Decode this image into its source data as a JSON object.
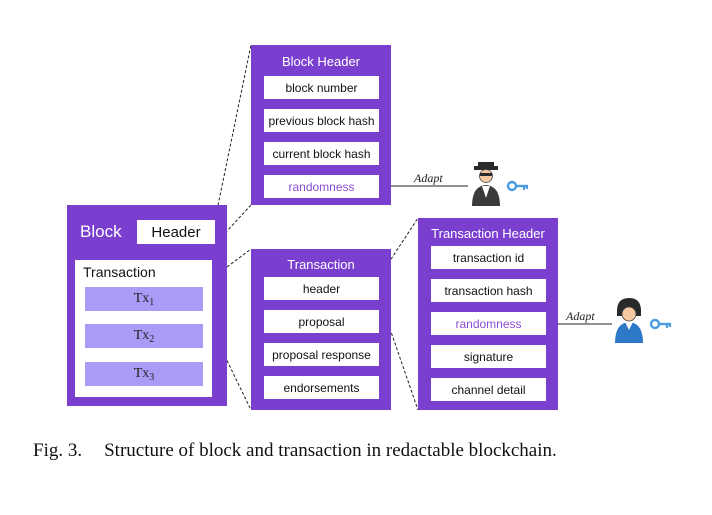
{
  "block": {
    "title": "Block",
    "header_label": "Header",
    "transaction_label": "Transaction",
    "tx_items": [
      {
        "base": "Tx",
        "sub": "1"
      },
      {
        "base": "Tx",
        "sub": "2"
      },
      {
        "base": "Tx",
        "sub": "3"
      }
    ]
  },
  "block_header": {
    "title": "Block Header",
    "fields": [
      "block number",
      "previous block hash",
      "current block hash",
      "randomness"
    ]
  },
  "transaction": {
    "title": "Transaction",
    "fields": [
      "header",
      "proposal",
      "proposal response",
      "endorsements"
    ]
  },
  "transaction_header": {
    "title": "Transaction Header",
    "fields": [
      "transaction id",
      "transaction hash",
      "randomness",
      "signature",
      "channel detail"
    ]
  },
  "adapt_labels": {
    "top": "Adapt",
    "bottom": "Adapt"
  },
  "caption": {
    "label": "Fig. 3.",
    "text": "Structure of block and transaction in redactable blockchain."
  },
  "colors": {
    "panel": "#7b3fcf",
    "tx_fill": "#a99bf6",
    "randomness_text": "#8a4fd0",
    "key_icon": "#4a9be0",
    "user_icon": "#2e78c8"
  }
}
